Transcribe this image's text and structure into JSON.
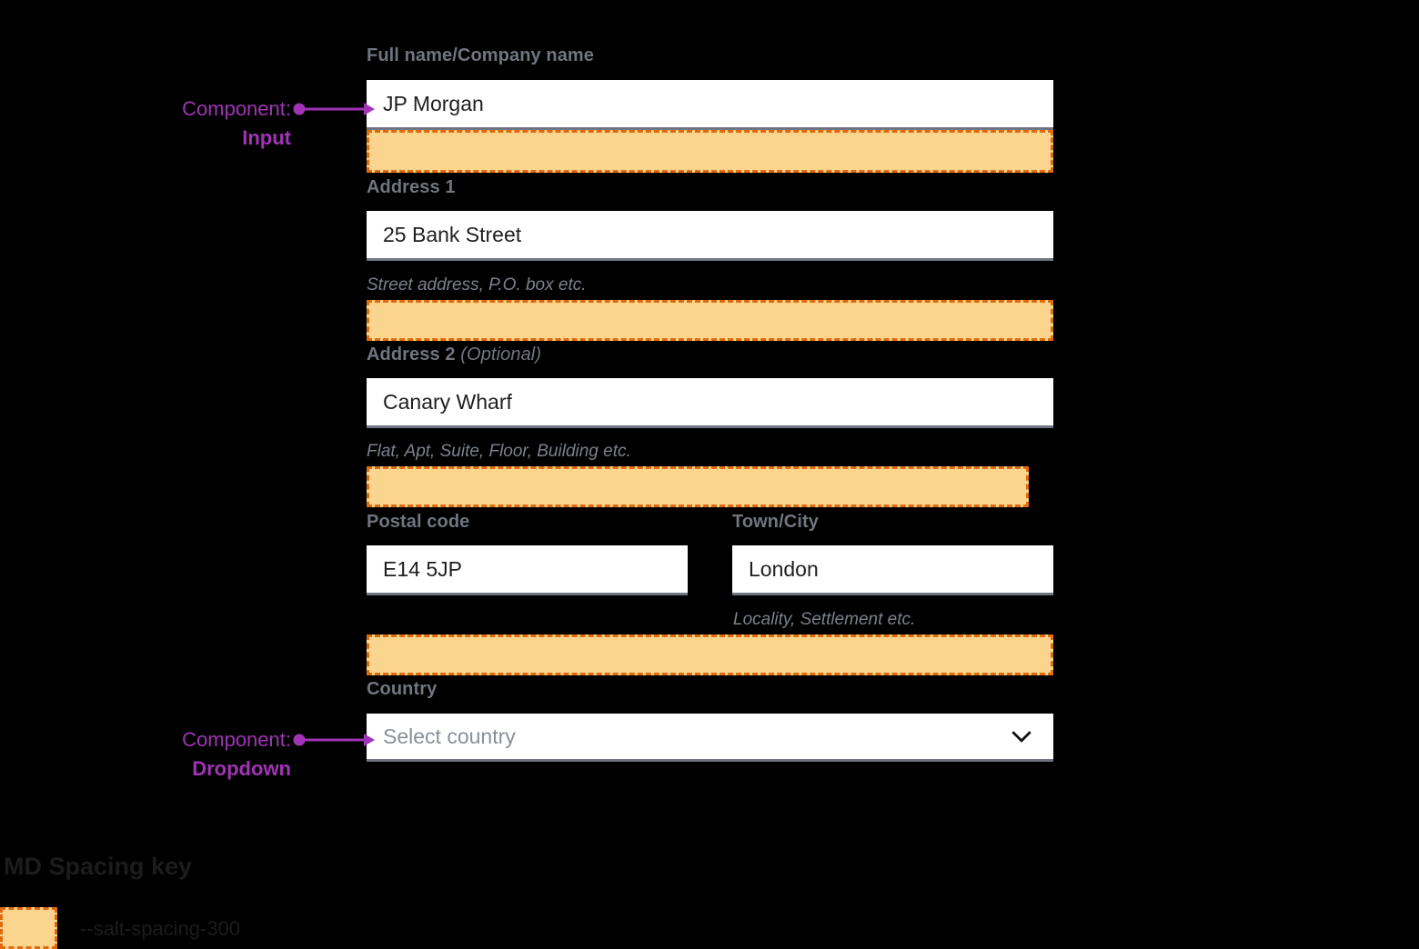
{
  "form": {
    "fields": [
      {
        "id": "full-name",
        "label": "Full name/Company name",
        "optional_suffix": "",
        "value": "JP Morgan",
        "placeholder": "",
        "helper": ""
      },
      {
        "id": "address-1",
        "label": "Address 1",
        "optional_suffix": "",
        "value": "25 Bank Street",
        "placeholder": "",
        "helper": "Street address, P.O. box etc."
      },
      {
        "id": "address-2",
        "label": "Address 2",
        "optional_suffix": "(Optional)",
        "value": "Canary Wharf",
        "placeholder": "",
        "helper": "Flat, Apt, Suite, Floor, Building etc."
      },
      {
        "id": "postal-code",
        "label": "Postal code",
        "optional_suffix": "",
        "value": "E14 5JP",
        "placeholder": "",
        "helper": ""
      },
      {
        "id": "town-city",
        "label": "Town/City",
        "optional_suffix": "",
        "value": "London",
        "placeholder": "",
        "helper": "Locality, Settlement etc."
      },
      {
        "id": "country",
        "label": "Country",
        "optional_suffix": "",
        "value": "",
        "placeholder": "Select country",
        "helper": ""
      }
    ]
  },
  "annotations": [
    {
      "id": "input",
      "line1": "Component:",
      "line2": "Input"
    },
    {
      "id": "dropdown",
      "line1": "Component:",
      "line2": "Dropdown"
    }
  ],
  "legend": {
    "title": "MD Spacing key",
    "items": [
      {
        "token": "--salt-spacing-300"
      }
    ]
  },
  "colors": {
    "spacing_fill": "#fbd48d",
    "spacing_border": "#e2690c",
    "annotation": "#a034b5",
    "label": "#70757f",
    "input_underline": "#6f7480",
    "background": "#000000"
  },
  "icons": {
    "chevron_down": "chevron-down-icon",
    "annotation_dot": "annotation-dot-icon",
    "annotation_arrow": "annotation-arrow-icon"
  }
}
